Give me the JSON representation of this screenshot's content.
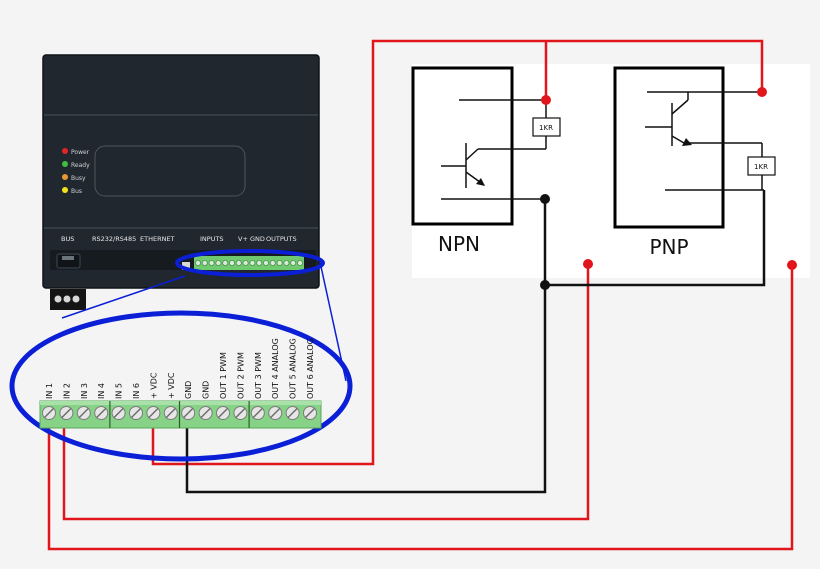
{
  "device": {
    "leds": [
      {
        "label": "Power",
        "color": "#e32424"
      },
      {
        "label": "Ready",
        "color": "#3fbf3f"
      },
      {
        "label": "Busy",
        "color": "#e69a2e"
      },
      {
        "label": "Bus",
        "color": "#f2e21a"
      }
    ],
    "port_labels": {
      "bus": "BUS",
      "serial": "RS232/RS485",
      "ethernet": "ETHERNET",
      "inputs": "INPUTS",
      "vplus_gnd": "V+  GND",
      "outputs": "OUTPUTS"
    },
    "terminal_labels": [
      "IN 1",
      "IN 2",
      "IN 3",
      "IN 4",
      "IN 5",
      "IN 6",
      "+ VDC",
      "+ VDC",
      "GND",
      "GND",
      "OUT 1 PWM",
      "OUT 2 PWM",
      "OUT 3 PWM",
      "OUT 4 ANALOG",
      "OUT 5 ANALOG",
      "OUT 6 ANALOG"
    ]
  },
  "circuits": {
    "npn_label": "NPN",
    "pnp_label": "PNP",
    "resistor_label": "1KR"
  },
  "colors": {
    "wire_red": "#e0161c",
    "wire_black": "#111111",
    "highlight_blue": "#0a1fd6",
    "terminal_green": "#7fd37f",
    "device_body": "#21272e"
  }
}
